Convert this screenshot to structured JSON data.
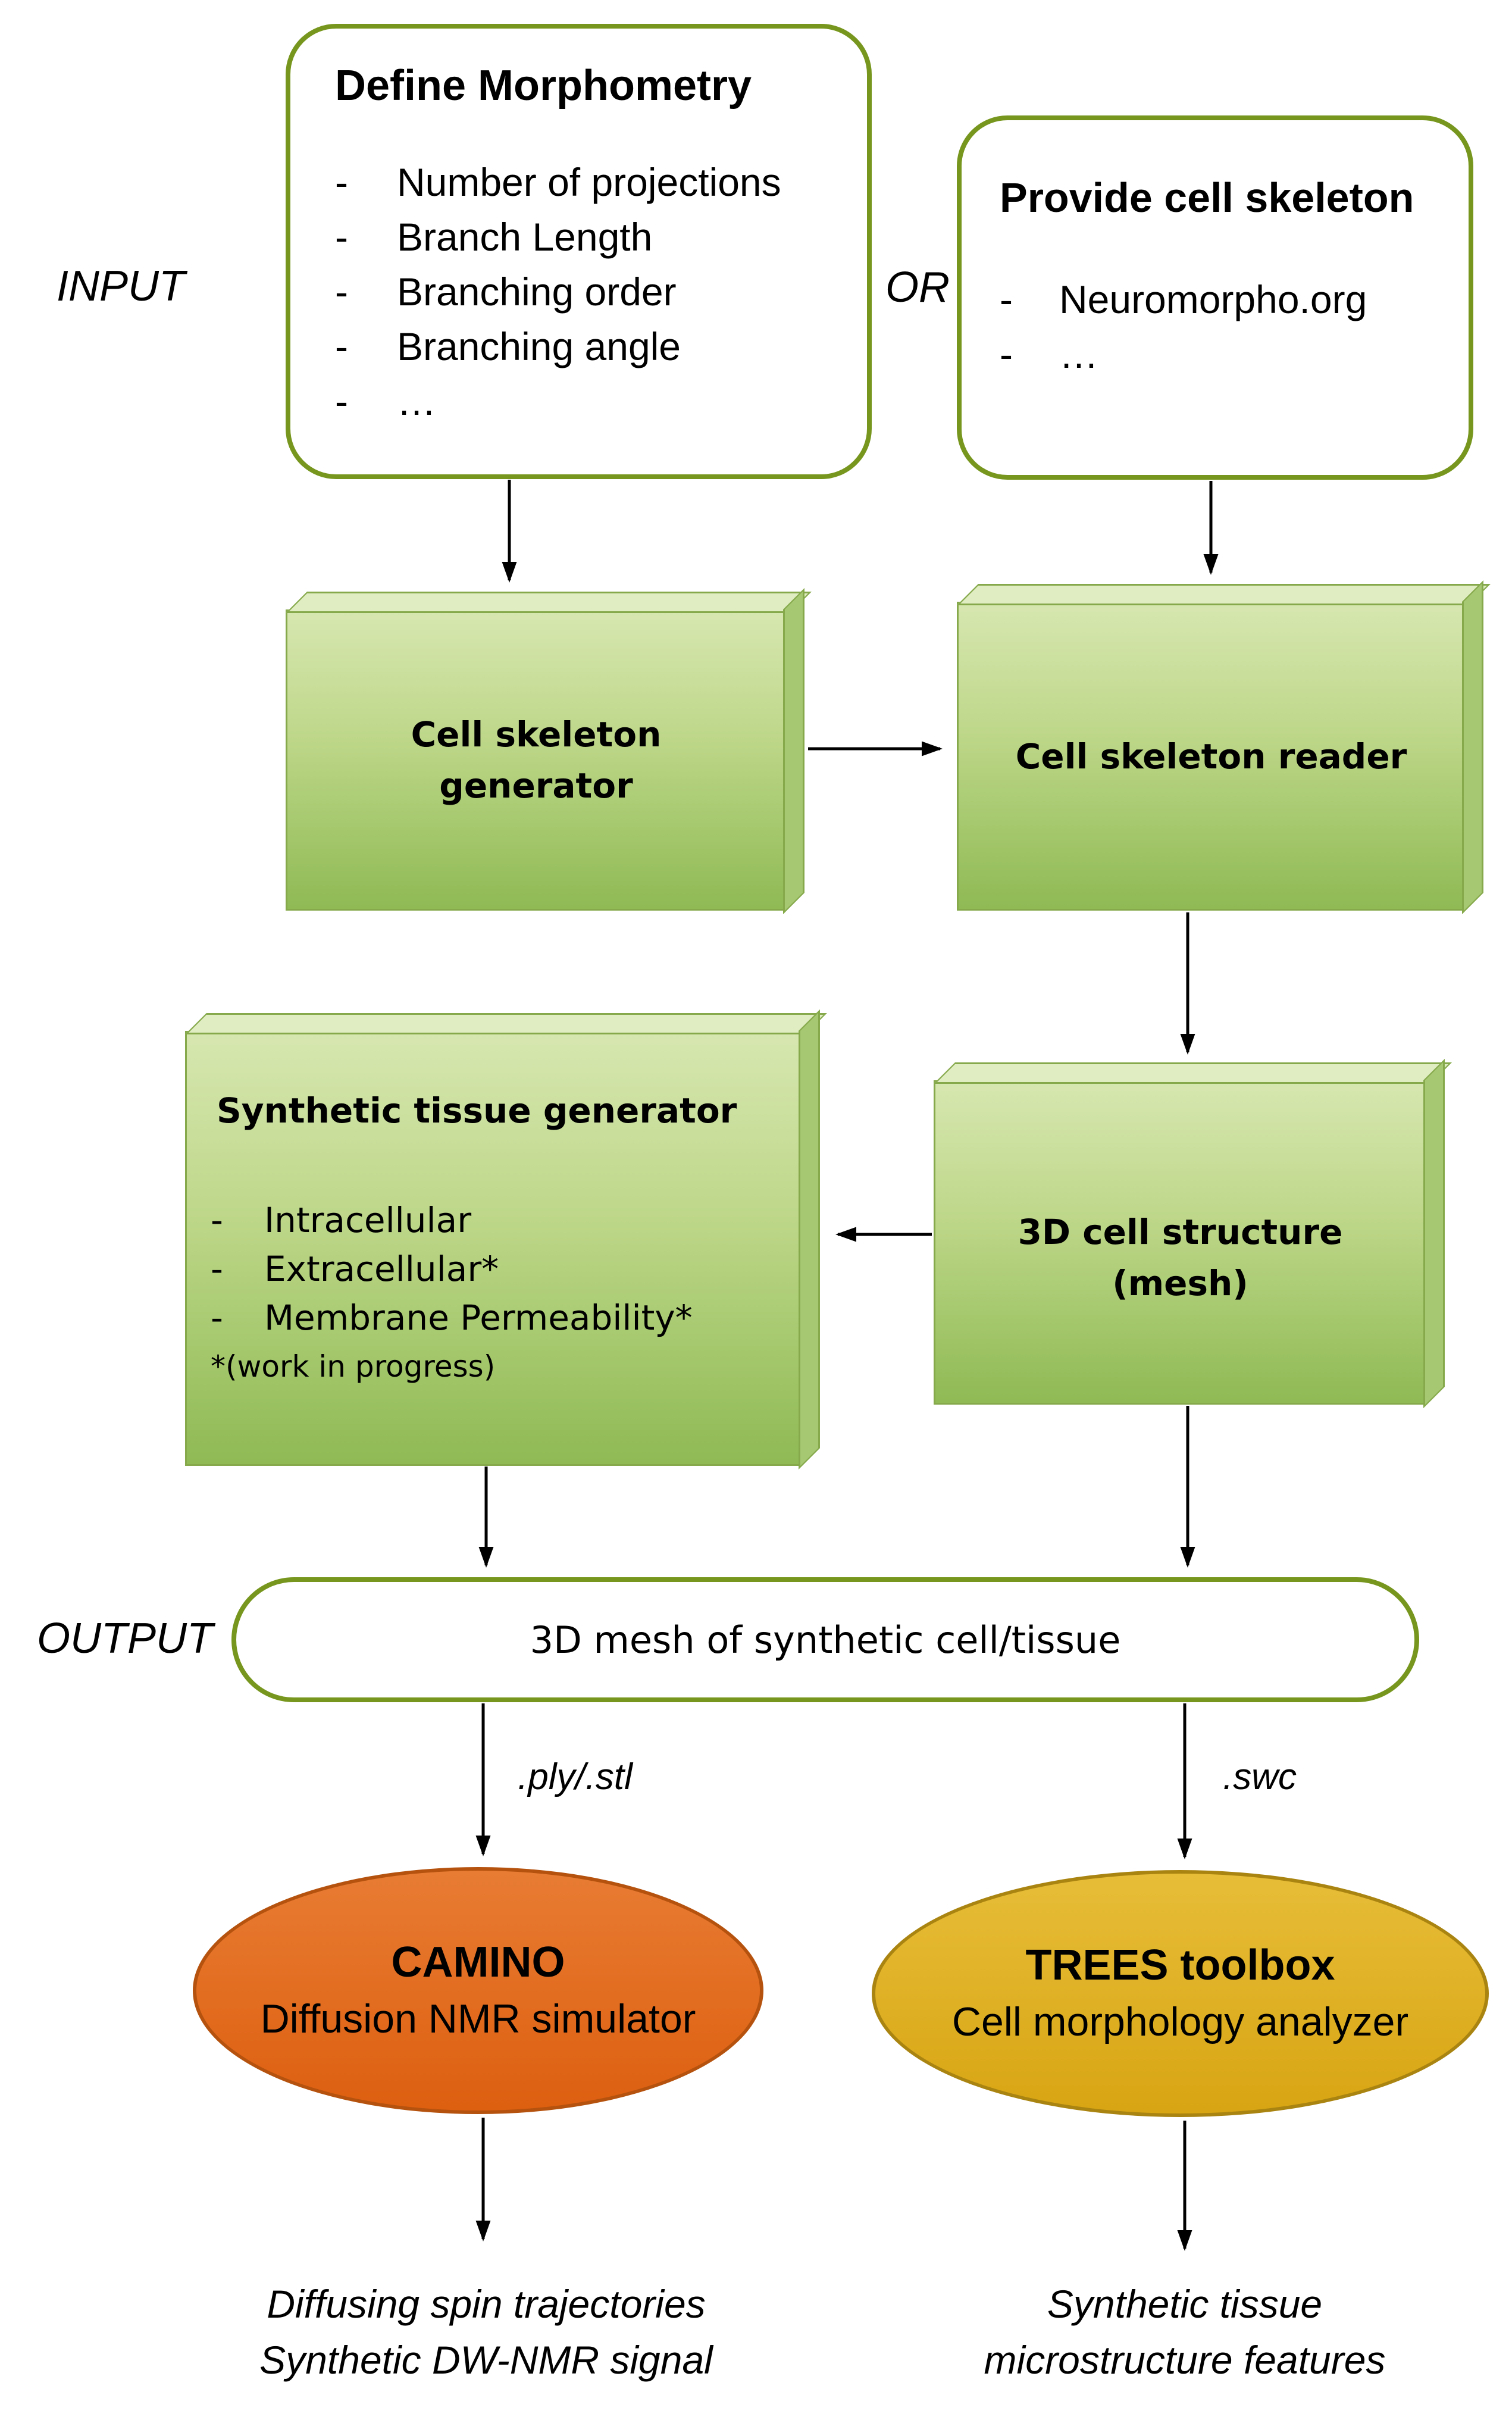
{
  "labels": {
    "input": "INPUT",
    "or": "OR",
    "output": "OUTPUT"
  },
  "bullet": "-",
  "define_morphometry": {
    "title": "Define Morphometry",
    "items": [
      "Number of projections",
      "Branch Length",
      "Branching order",
      "Branching angle",
      "…"
    ]
  },
  "provide_cell_skeleton": {
    "title": "Provide cell skeleton",
    "items": [
      "Neuromorpho.org",
      "…"
    ]
  },
  "cell_skeleton_generator": {
    "line1": "Cell skeleton",
    "line2": "generator"
  },
  "cell_skeleton_reader": {
    "title": "Cell skeleton reader"
  },
  "synthetic_tissue_generator": {
    "title": "Synthetic tissue generator",
    "items": [
      "Intracellular",
      "Extracellular*",
      "Membrane Permeability*"
    ],
    "footnote": "*(work in progress)"
  },
  "cell_structure_mesh": {
    "line1": "3D cell structure",
    "line2": "(mesh)"
  },
  "output_box": {
    "text": "3D mesh of synthetic cell/tissue"
  },
  "file_formats": {
    "mesh": ".ply/.stl",
    "skeleton": ".swc"
  },
  "camino": {
    "title": "CAMINO",
    "subtitle": "Diffusion NMR simulator"
  },
  "trees": {
    "title": "TREES toolbox",
    "subtitle": "Cell morphology analyzer"
  },
  "outputs": {
    "camino": [
      "Diffusing spin trajectories",
      "Synthetic DW-NMR signal"
    ],
    "trees": [
      "Synthetic tissue",
      "microstructure features"
    ]
  },
  "colors": {
    "green_border": "#76961d",
    "box_face_top": "#d7e7b0",
    "box_face_bottom": "#8fba54",
    "box_top_face": "#e0edc3",
    "box_side_face": "#a6c873",
    "box_edge": "#86a94c",
    "camino_fill_top": "#e87c33",
    "camino_fill_bottom": "#dd5f10",
    "camino_border": "#b5520e",
    "trees_fill_top": "#e7bd38",
    "trees_fill_bottom": "#d8a513",
    "trees_border": "#aa8410",
    "arrow": "#000000"
  }
}
